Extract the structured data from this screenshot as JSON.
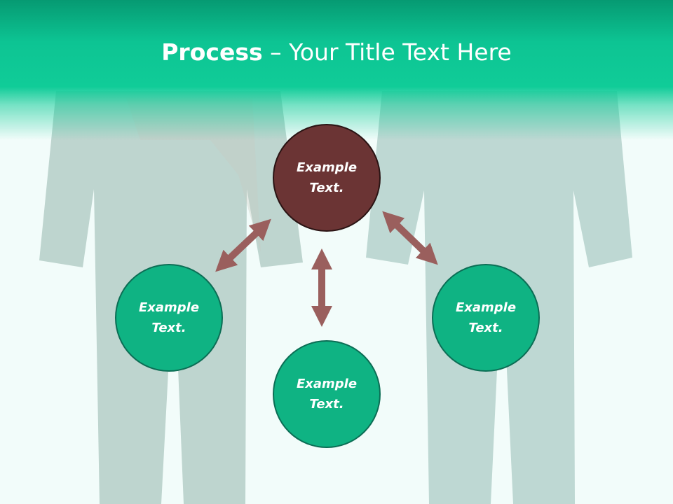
{
  "title": {
    "bold": "Process",
    "rest": " – Your Title Text Here"
  },
  "nodes": {
    "top": "Example Text.",
    "left": "Example Text.",
    "right": "Example Text.",
    "bottom": "Example Text."
  },
  "colors": {
    "header": "#10cc98",
    "node_green": "#0fb383",
    "node_brown": "#6b3434",
    "arrow": "#9a5f5d",
    "background": "#f2fcfa"
  }
}
